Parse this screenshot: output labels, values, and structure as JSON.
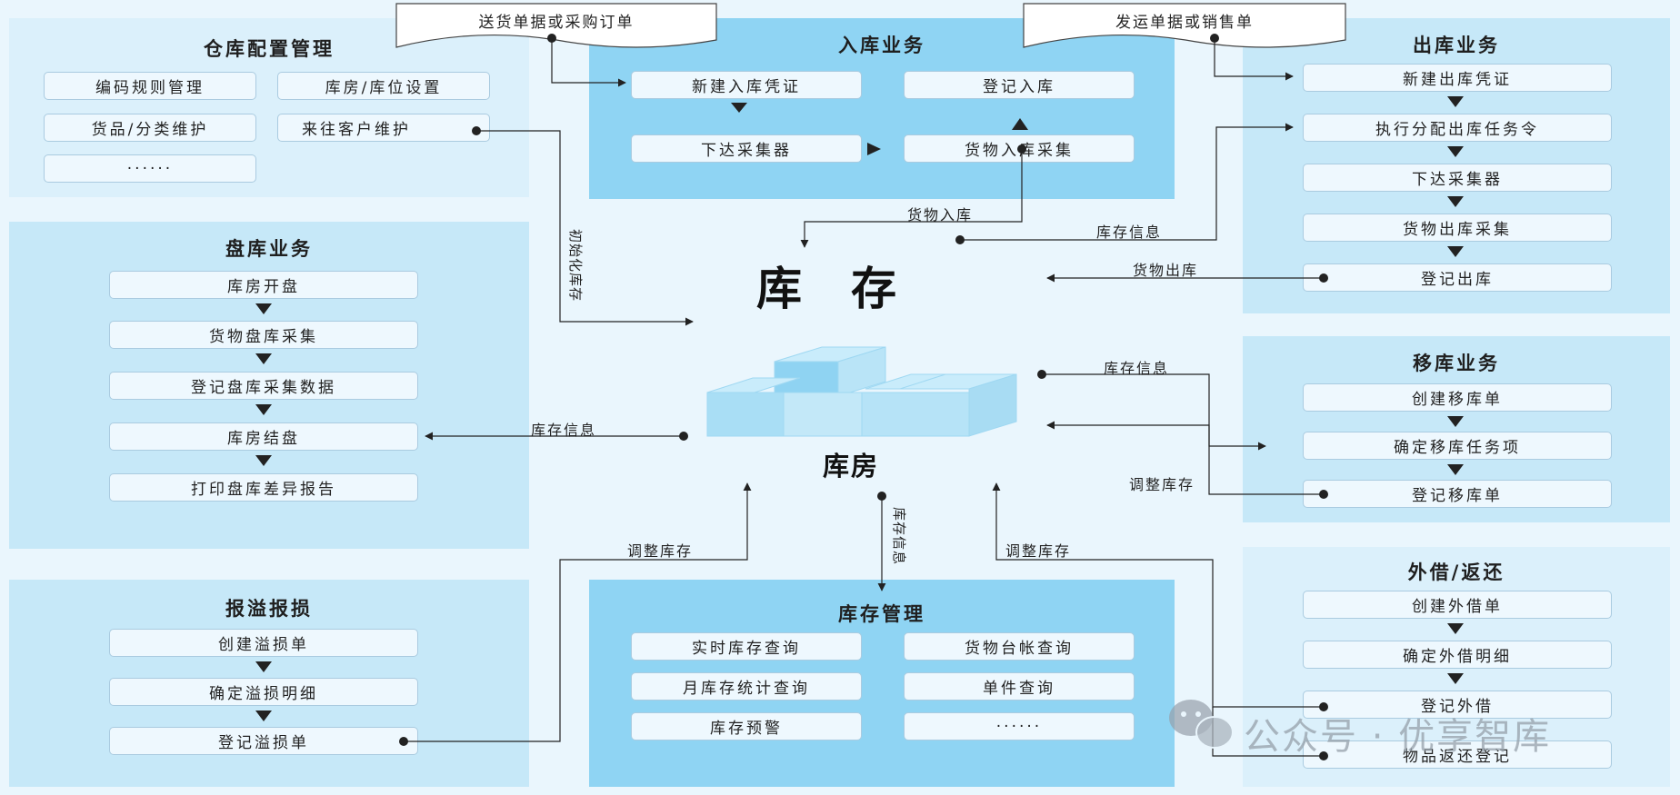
{
  "top_docs": {
    "inbound_doc": "送货单据或采购订单",
    "outbound_doc": "发运单据或销售单"
  },
  "warehouse_config": {
    "title": "仓库配置管理",
    "items": [
      "编码规则管理",
      "库房/库位设置",
      "货品/分类维护",
      "来往客户维护",
      "······"
    ]
  },
  "inbound": {
    "title": "入库业务",
    "items": [
      "新建入库凭证",
      "登记入库",
      "下达采集器",
      "货物入库采集"
    ]
  },
  "outbound": {
    "title": "出库业务",
    "items": [
      "新建出库凭证",
      "执行分配出库任务令",
      "下达采集器",
      "货物出库采集",
      "登记出库"
    ]
  },
  "stocktake": {
    "title": "盘库业务",
    "items": [
      "库房开盘",
      "货物盘库采集",
      "登记盘库采集数据",
      "库房结盘",
      "打印盘库差异报告"
    ]
  },
  "transfer": {
    "title": "移库业务",
    "items": [
      "创建移库单",
      "确定移库任务项",
      "登记移库单"
    ]
  },
  "overflow_loss": {
    "title": "报溢报损",
    "items": [
      "创建溢损单",
      "确定溢损明细",
      "登记溢损单"
    ]
  },
  "inventory_mgmt": {
    "title": "库存管理",
    "items": [
      "实时库存查询",
      "货物台帐查询",
      "月库存统计查询",
      "单件查询",
      "库存预警",
      "······"
    ]
  },
  "lending": {
    "title": "外借/返还",
    "items": [
      "创建外借单",
      "确定外借明细",
      "登记外借",
      "物品返还登记"
    ]
  },
  "center": {
    "title": "库　存",
    "warehouse": "库房"
  },
  "labels": {
    "goods_in": "货物入库",
    "stock_info_outbound": "库存信息",
    "goods_out": "货物出库",
    "init_stock": "初始化库存",
    "stock_info_stocktake": "库存信息",
    "stock_info_transfer": "库存信息",
    "adjust_transfer": "调整库存",
    "adjust_overflow": "调整库存",
    "stock_info_mgmt": "库存信息",
    "adjust_lending": "调整库存"
  },
  "watermark": {
    "text": "公众号 · 优享智库"
  },
  "colors": {
    "panel_light": "#dbf0fb",
    "panel_mid": "#c6e8f8",
    "panel_dark": "#8fd4f3",
    "box": "#eef8fe",
    "line": "#222222"
  }
}
